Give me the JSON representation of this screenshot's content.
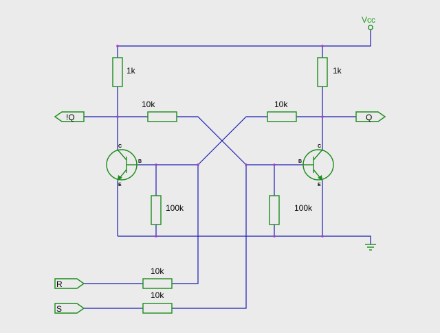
{
  "supply": {
    "label": "Vcc"
  },
  "resistors": {
    "collector_left": "1k",
    "collector_right": "1k",
    "cross_left": "10k",
    "cross_right": "10k",
    "base_left": "100k",
    "base_right": "100k",
    "input_r": "10k",
    "input_s": "10k"
  },
  "ports": {
    "q_bar": "!Q",
    "q": "Q",
    "r": "R",
    "s": "S"
  },
  "transistor_pins": {
    "collector": "C",
    "base": "B",
    "emitter": "E"
  },
  "colors": {
    "background": "#ebebeb",
    "wire": "#1c1cb4",
    "component": "#1a8c1a",
    "node": "#a040c0"
  }
}
